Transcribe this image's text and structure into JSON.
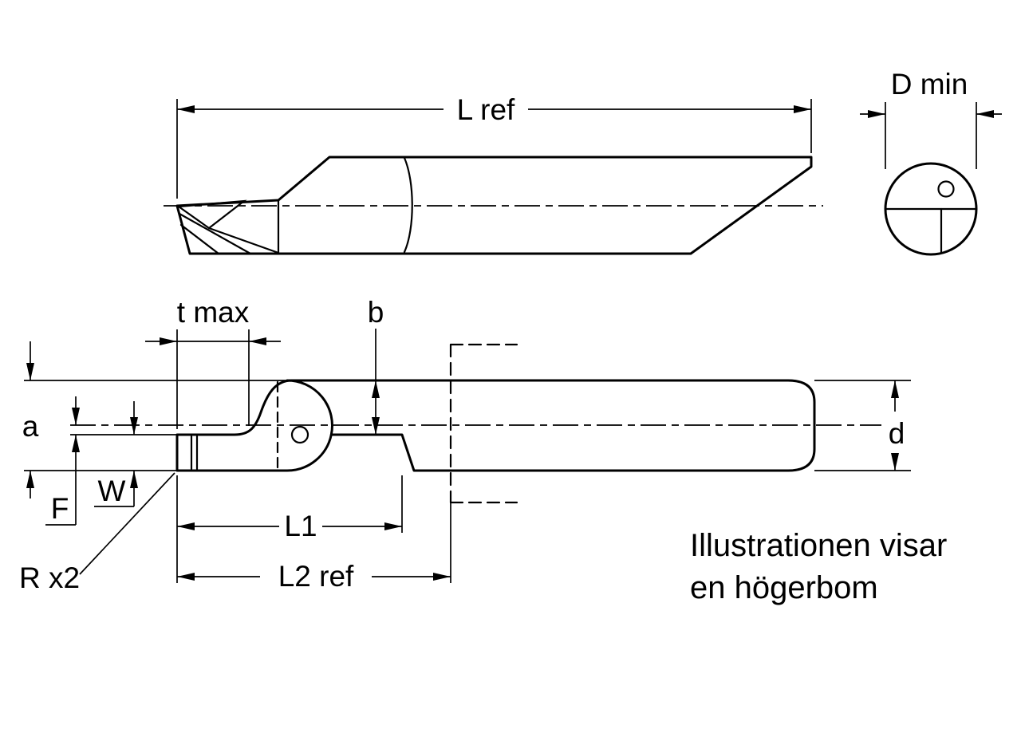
{
  "colors": {
    "body": "#F2C01E",
    "outline": "#000000",
    "background": "#FFFFFF"
  },
  "labels": {
    "l_ref": "L ref",
    "d_min": "D min",
    "t_max": "t max",
    "b": "b",
    "a": "a",
    "f": "F",
    "w": "W",
    "r_x2": "R x2",
    "l1": "L1",
    "l2_ref": "L2 ref",
    "d": "d"
  },
  "note": {
    "line1": "Illustrationen visar",
    "line2": "en högerbom"
  }
}
